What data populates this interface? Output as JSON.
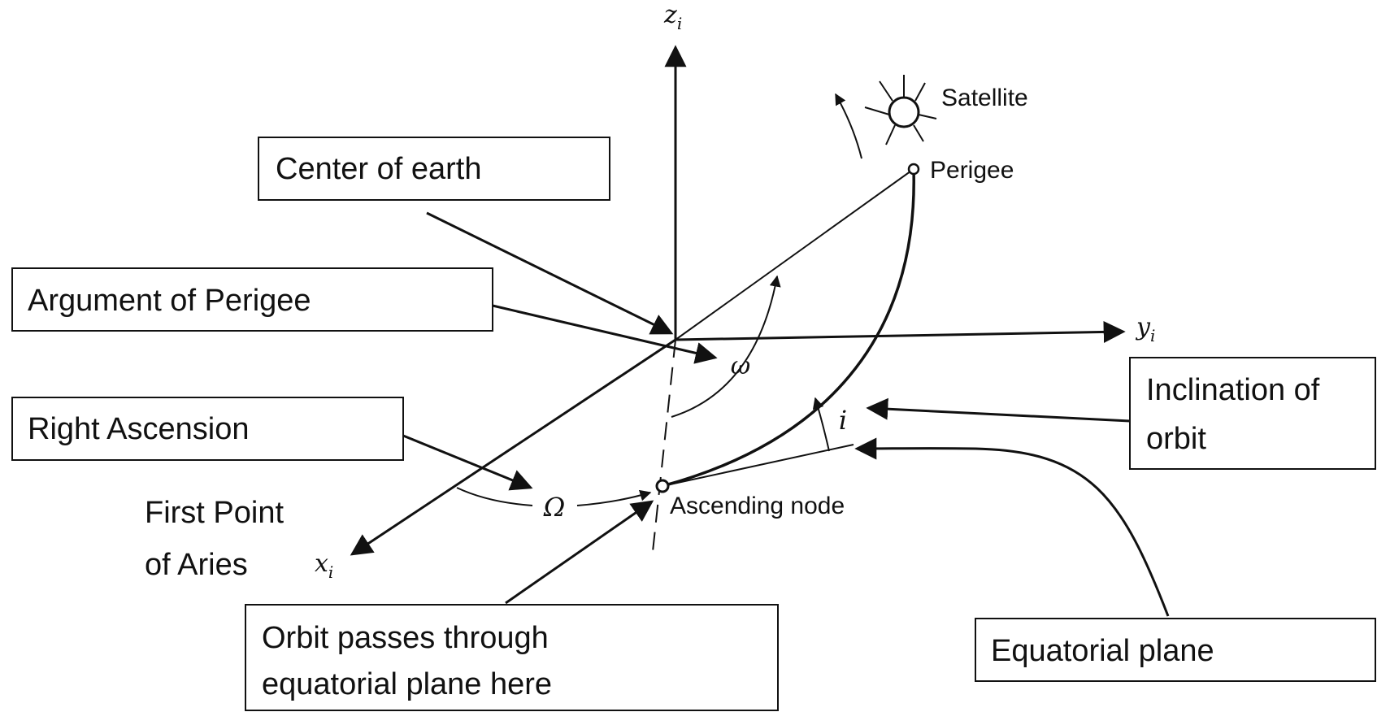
{
  "axes": {
    "z": "z",
    "z_sub": "i",
    "y": "y",
    "y_sub": "i",
    "x": "x",
    "x_sub": "i"
  },
  "symbols": {
    "omega": "ω",
    "Omega": "Ω",
    "inclination": "i"
  },
  "points": {
    "satellite": "Satellite",
    "perigee": "Perigee",
    "ascending_node": "Ascending node"
  },
  "callouts": {
    "center_of_earth": "Center of earth",
    "argument_of_perigee": "Argument of Perigee",
    "right_ascension": "Right Ascension",
    "first_point_line1": "First Point",
    "first_point_line2": "of Aries",
    "inclination_line1": "Inclination of",
    "inclination_line2": "orbit",
    "orbit_passes_line1": "Orbit passes through",
    "orbit_passes_line2": "equatorial plane here",
    "equatorial_plane": "Equatorial plane"
  }
}
